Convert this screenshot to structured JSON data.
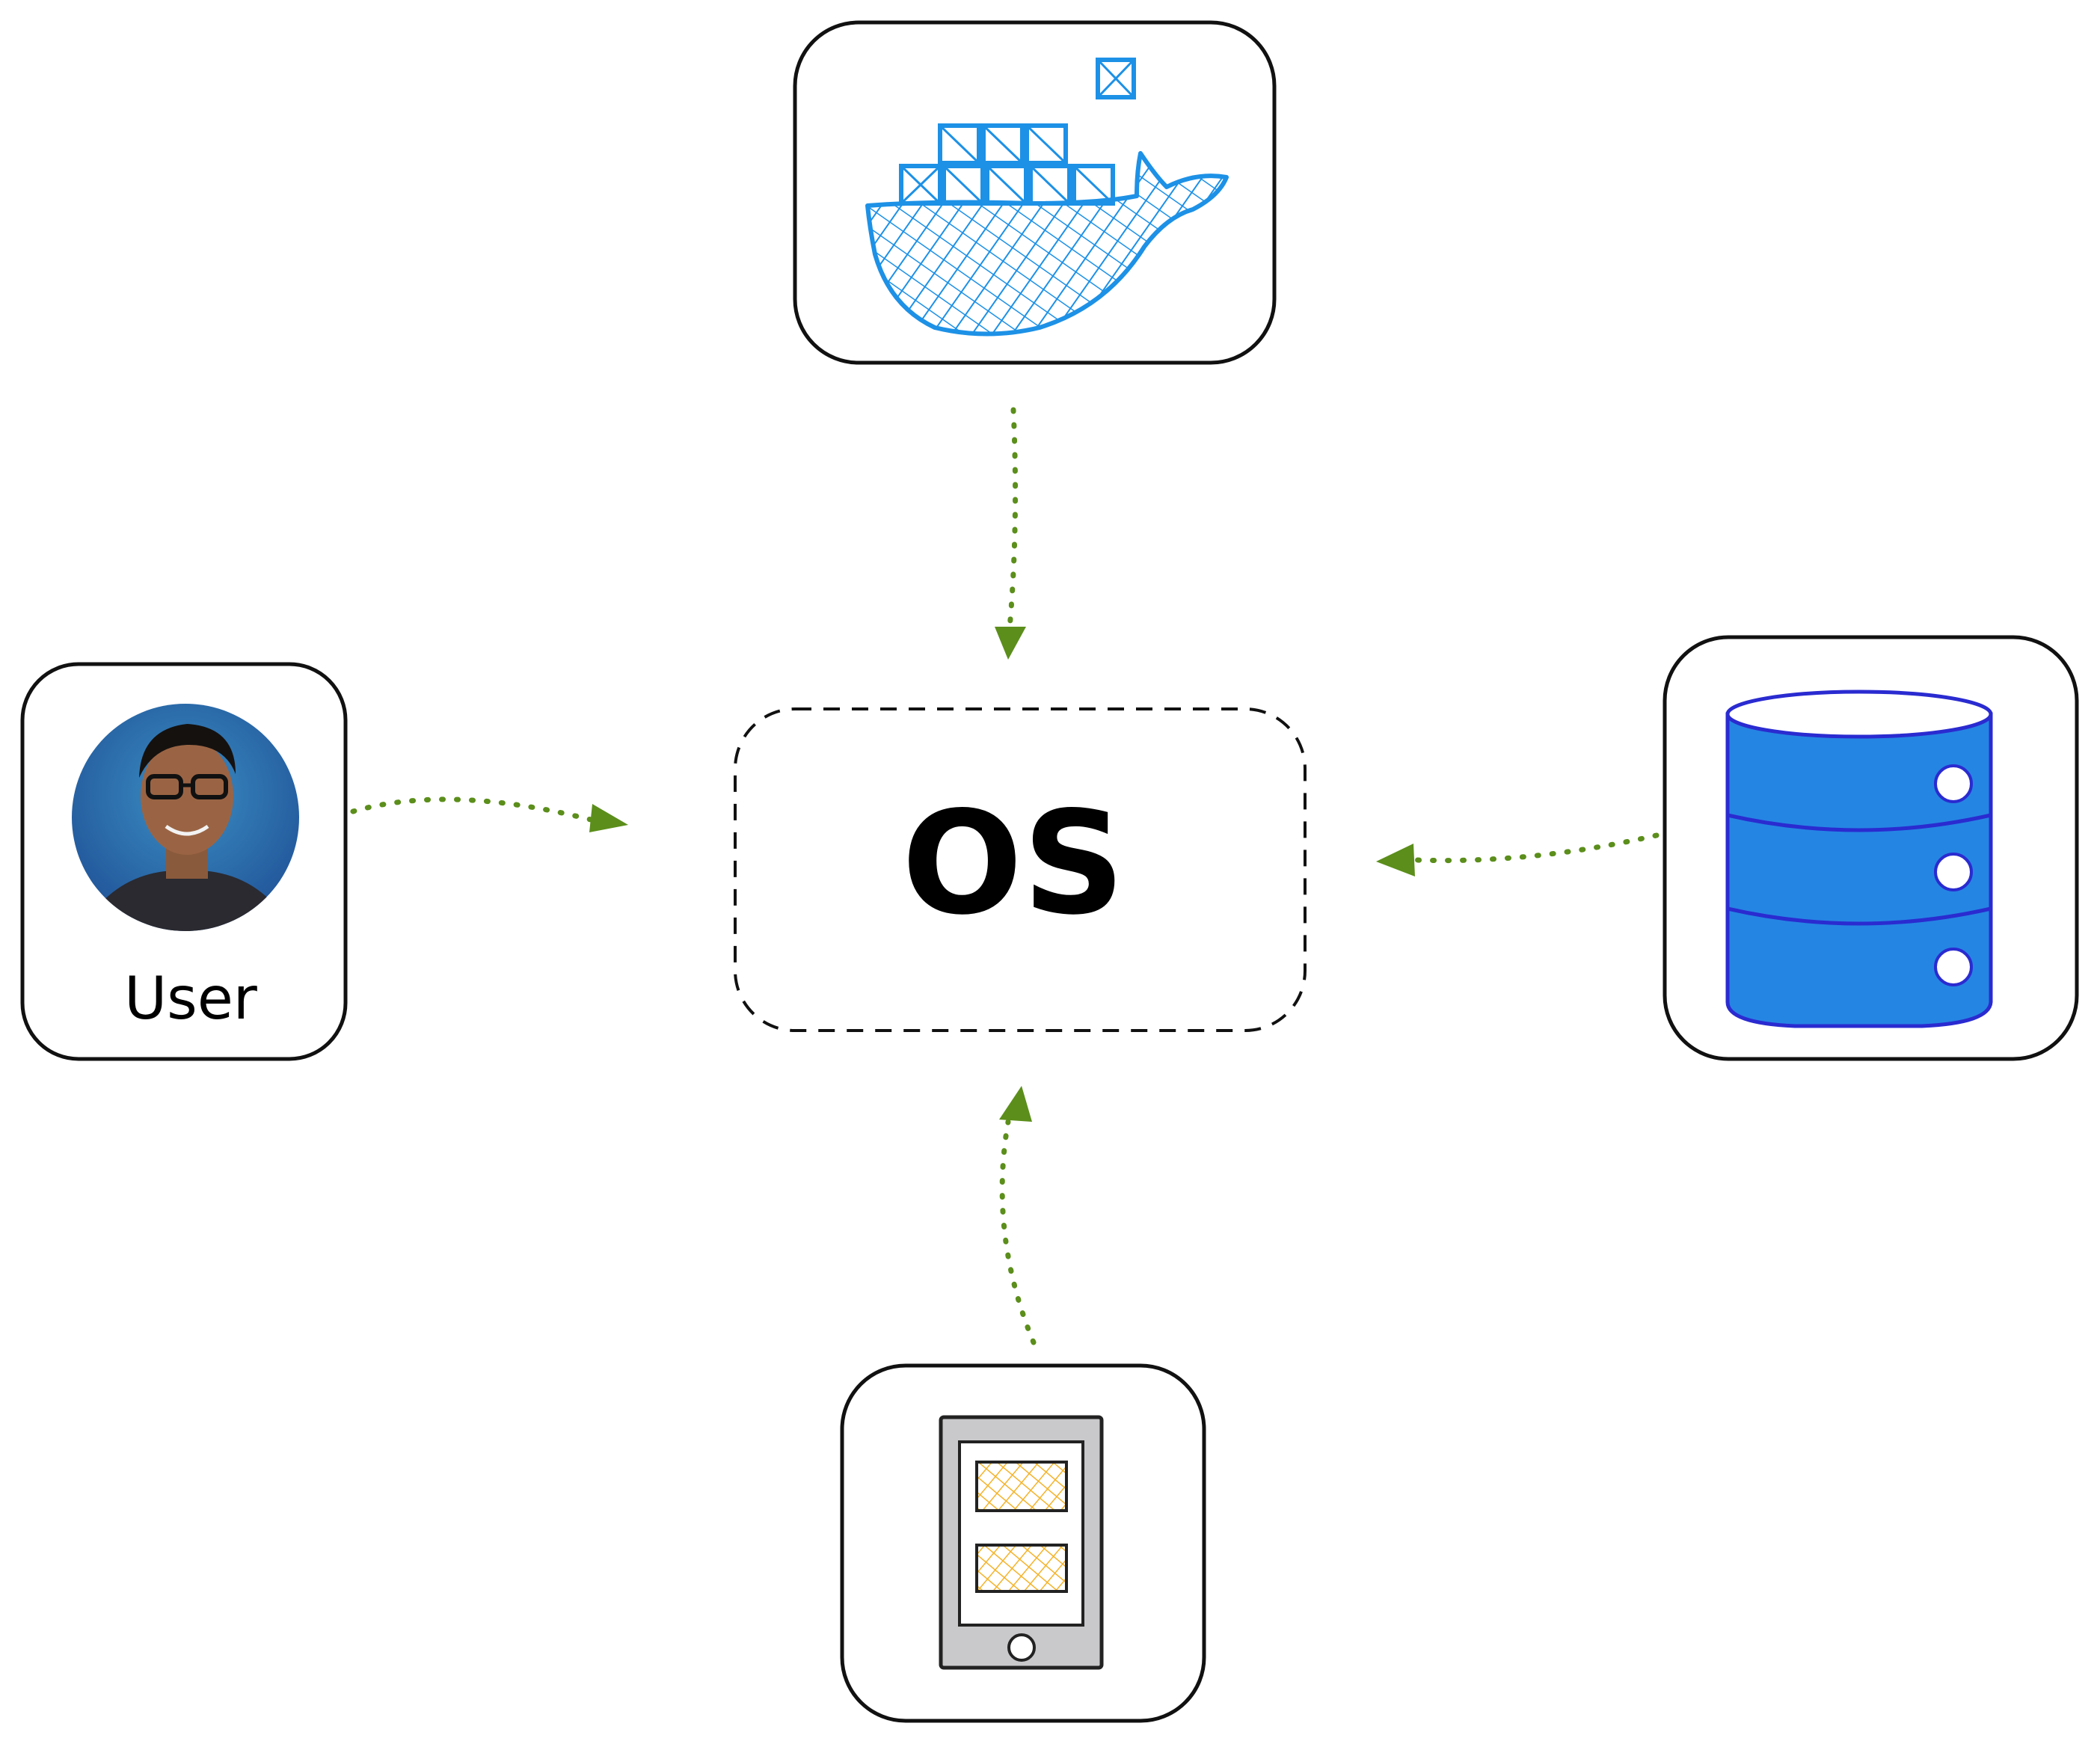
{
  "center": {
    "label": "OS"
  },
  "nodes": {
    "docker": {
      "icon": "docker-whale-icon"
    },
    "user": {
      "label": "User",
      "icon": "user-avatar-photo"
    },
    "database": {
      "icon": "database-server-icon"
    },
    "device": {
      "icon": "tablet-device-icon"
    }
  },
  "edges": [
    {
      "from": "docker",
      "to": "os"
    },
    {
      "from": "user",
      "to": "os"
    },
    {
      "from": "database",
      "to": "os"
    },
    {
      "from": "device",
      "to": "os"
    }
  ],
  "colors": {
    "arrow": "#5b8e1b",
    "docker_blue": "#1d91e6",
    "database_blue": "#2585e3",
    "database_stroke": "#2a2bd0",
    "tablet_gray": "#c9c9cc",
    "tablet_panel": "#f4b32a",
    "avatar_bg": "#2e6fae"
  }
}
